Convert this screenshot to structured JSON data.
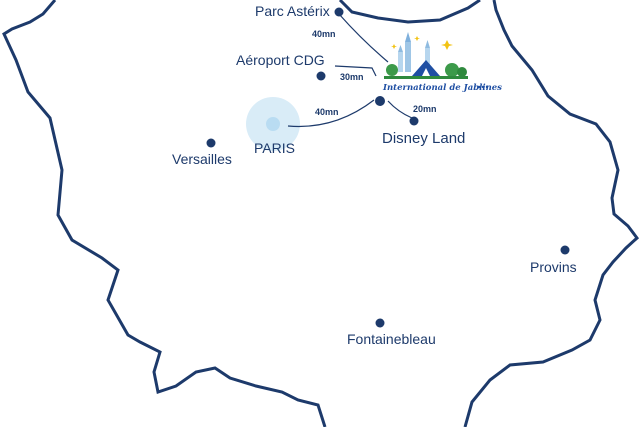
{
  "map": {
    "border_color": "#1d3a6b",
    "text_color": "#1d3a6b",
    "route_color": "#1d3a6b",
    "paris_halo_color": "#d9ecf7",
    "places": {
      "parc_asterix": "Parc Astérix",
      "aeroport_cdg": "Aéroport CDG",
      "paris": "PARIS",
      "versailles": "Versailles",
      "disney_land": "Disney Land",
      "provins": "Provins",
      "fontainebleau": "Fontainebleau"
    },
    "durations": {
      "parc_asterix": "40mn",
      "aeroport_cdg": "30mn",
      "paris": "40mn",
      "disney_land": "20mn"
    },
    "logo": {
      "text": "International de Jablines",
      "icon": "campsite-logo-icon"
    }
  }
}
